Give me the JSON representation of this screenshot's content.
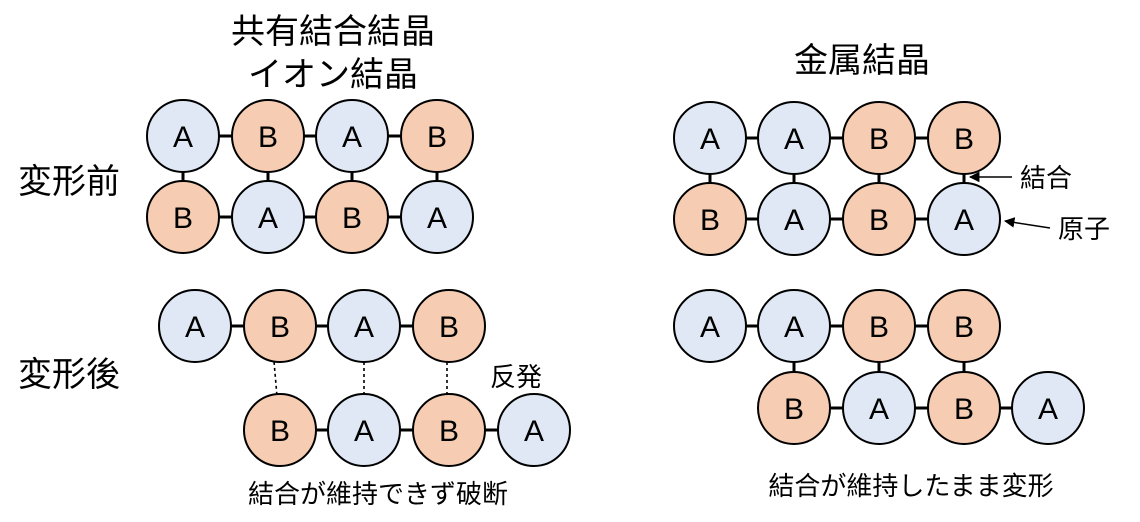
{
  "titles": {
    "left_line1": "共有結合結晶",
    "left_line2": "イオン結晶",
    "right": "金属結晶"
  },
  "row_labels": {
    "before": "変形前",
    "after": "変形後"
  },
  "annotations": {
    "bond": "結合",
    "atom": "原子",
    "repulsion": "反発"
  },
  "captions": {
    "left": "結合が維持できず破断",
    "right": "結合が維持したまま変形"
  },
  "colors": {
    "atom_A_fill": "#dfe8f4",
    "atom_B_fill": "#f6cdb2",
    "outline": "#000000"
  },
  "atoms": {
    "left_before_top": [
      "A",
      "B",
      "A",
      "B"
    ],
    "left_before_bottom": [
      "B",
      "A",
      "B",
      "A"
    ],
    "left_after_top": [
      "A",
      "B",
      "A",
      "B"
    ],
    "left_after_bottom": [
      "B",
      "A",
      "B",
      "A"
    ],
    "right_before_top": [
      "A",
      "A",
      "B",
      "B"
    ],
    "right_before_bottom": [
      "B",
      "A",
      "B",
      "A"
    ],
    "right_after_top": [
      "A",
      "A",
      "B",
      "B"
    ],
    "right_after_bottom": [
      "B",
      "A",
      "B",
      "A"
    ]
  }
}
